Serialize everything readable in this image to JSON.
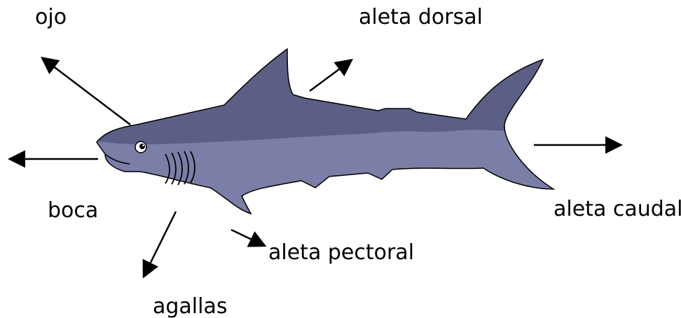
{
  "labels": {
    "ojo": "ojo",
    "aleta_dorsal": "aleta dorsal",
    "boca": "boca",
    "aleta_caudal": "aleta caudal",
    "aleta_pectoral": "aleta pectoral",
    "agallas": "agallas"
  },
  "colors": {
    "shark_top": "#5c5f85",
    "shark_belly": "#7b7fa7",
    "outline": "#000000",
    "arrow": "#000000",
    "background": "#ffffff"
  }
}
